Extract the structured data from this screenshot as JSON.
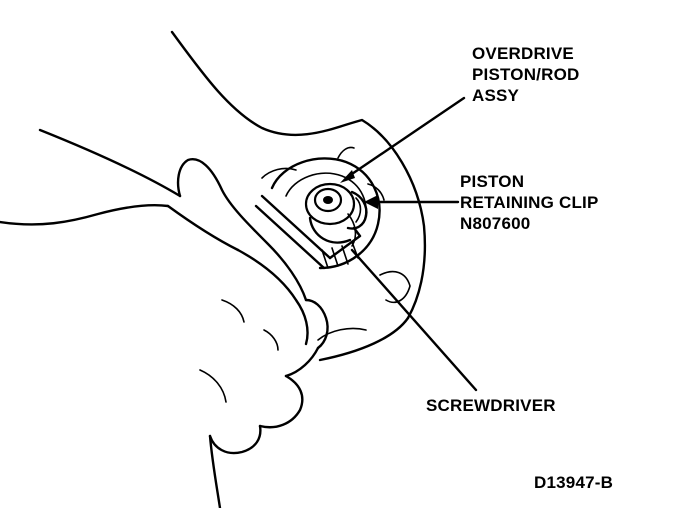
{
  "callouts": {
    "overdrive": [
      "OVERDRIVE",
      "PISTON/ROD",
      "ASSY"
    ],
    "clip": [
      "PISTON",
      "RETAINING CLIP",
      "N807600"
    ],
    "screwdriver": "SCREWDRIVER"
  },
  "figure_id": "D13947-B"
}
